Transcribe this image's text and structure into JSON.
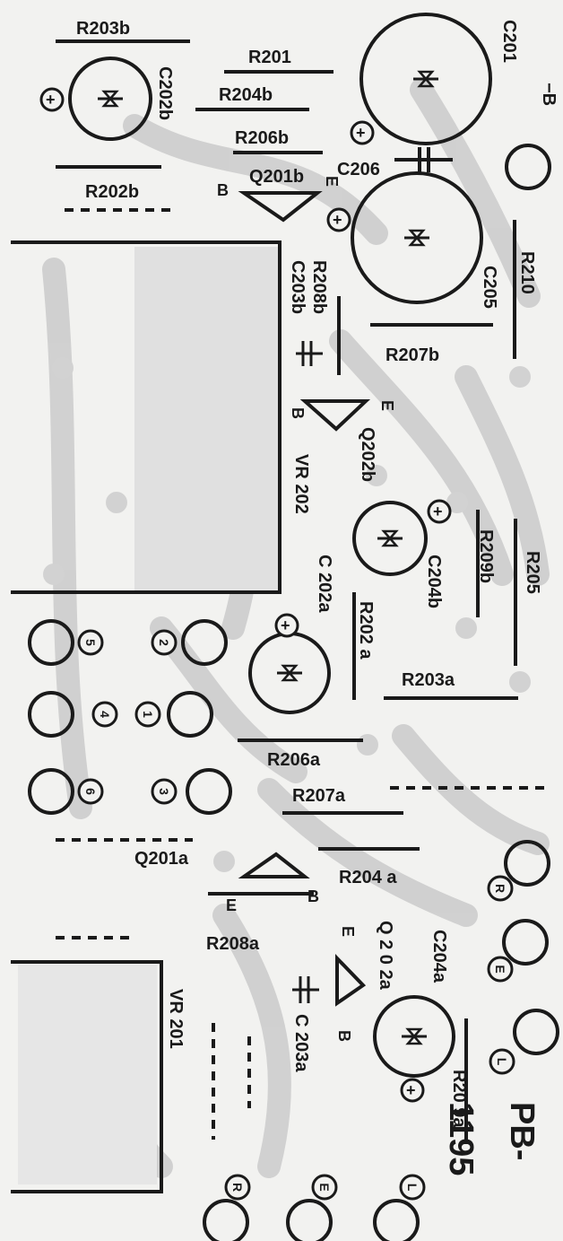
{
  "board": {
    "id": "PB-1195",
    "id_prefix": "PB-",
    "id_number": "1195",
    "colors": {
      "ink": "#1a1a1a",
      "trace": "#cfcfcf",
      "paper": "#f2f2f0",
      "shade": "#dcdcdc"
    }
  },
  "labels": {
    "R203b": "R203b",
    "R201": "R201",
    "C201": "C201",
    "minusB": "−B",
    "C202b": "C202b",
    "R204b": "R204b",
    "R206b": "R206b",
    "Q201b": "Q201b",
    "B_q201b": "B",
    "C206": "C206",
    "E_q201b": "E",
    "R202b": "R202b",
    "R210": "R210",
    "C205": "C205",
    "R208b": "R208b",
    "C203b": "C203b",
    "R207b": "R207b",
    "B_q202b": "B",
    "E_q202b": "E",
    "Q202b": "Q202b",
    "VR202": "VR 202",
    "R209b": "R209b",
    "R205": "R205",
    "C202a": "C 202a",
    "C204b": "C204b",
    "R202a": "R202 a",
    "R203a": "R203a",
    "R206a": "R206a",
    "R207a": "R207a",
    "Q201a": "Q201a",
    "R204a": "R204 a",
    "E_q201a": "E",
    "B_q201a": "B",
    "R208a": "R208a",
    "E_q202a": "E",
    "Q202a": "Q 2 0 2a",
    "C204a": "C204a",
    "VR201": "VR 201",
    "C203a": "C 203a",
    "B_q202a": "B",
    "R209a": "R20 9a"
  },
  "pins": {
    "p1": "1",
    "p2": "2",
    "p3": "3",
    "p4": "4",
    "p5": "5",
    "p6": "6",
    "R_top": "R",
    "E_top": "E",
    "L_top": "L",
    "R_bot": "R",
    "E_bot": "E",
    "L_bot": "L"
  }
}
